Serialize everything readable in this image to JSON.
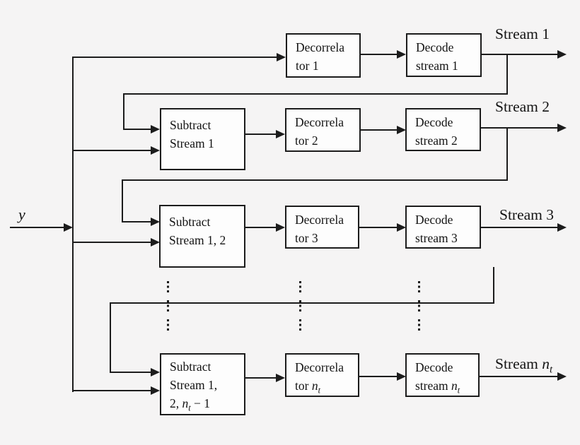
{
  "colors": {
    "background": "#f5f4f4",
    "line": "#1c1c1c",
    "box_fill": "#fdfdfd",
    "text": "#141414"
  },
  "input": {
    "label": "y"
  },
  "boxes": {
    "dec1": {
      "l1": "Decorrela",
      "l2": "tor 1"
    },
    "dcd1": {
      "l1": "Decode",
      "l2": "stream 1"
    },
    "sub2": {
      "l1": "Subtract",
      "l2": "Stream 1"
    },
    "dec2": {
      "l1": "Decorrela",
      "l2": "tor 2"
    },
    "dcd2": {
      "l1": "Decode",
      "l2": "stream 2"
    },
    "sub3": {
      "l1": "Subtract",
      "l2": "Stream 1, 2"
    },
    "dec3": {
      "l1": "Decorrela",
      "l2": "tor 3"
    },
    "dcd3": {
      "l1": "Decode",
      "l2": "stream 3"
    },
    "sub4": {
      "l1": "Subtract",
      "l2": "Stream 1,",
      "l3a": "2, ",
      "l3var": "n",
      "l3sub": "t",
      "l3c": " − 1"
    },
    "dec4": {
      "l1": "Decorrela",
      "l2a": "tor ",
      "l2var": "n",
      "l2sub": "t"
    },
    "dcd4": {
      "l1": "Decode",
      "l2a": "stream ",
      "l2var": "n",
      "l2sub": "t"
    }
  },
  "streams": {
    "s1": "Stream 1",
    "s2": "Stream 2",
    "s3": "Stream 3",
    "s4a": "Stream ",
    "s4var": "n",
    "s4sub": "t"
  }
}
